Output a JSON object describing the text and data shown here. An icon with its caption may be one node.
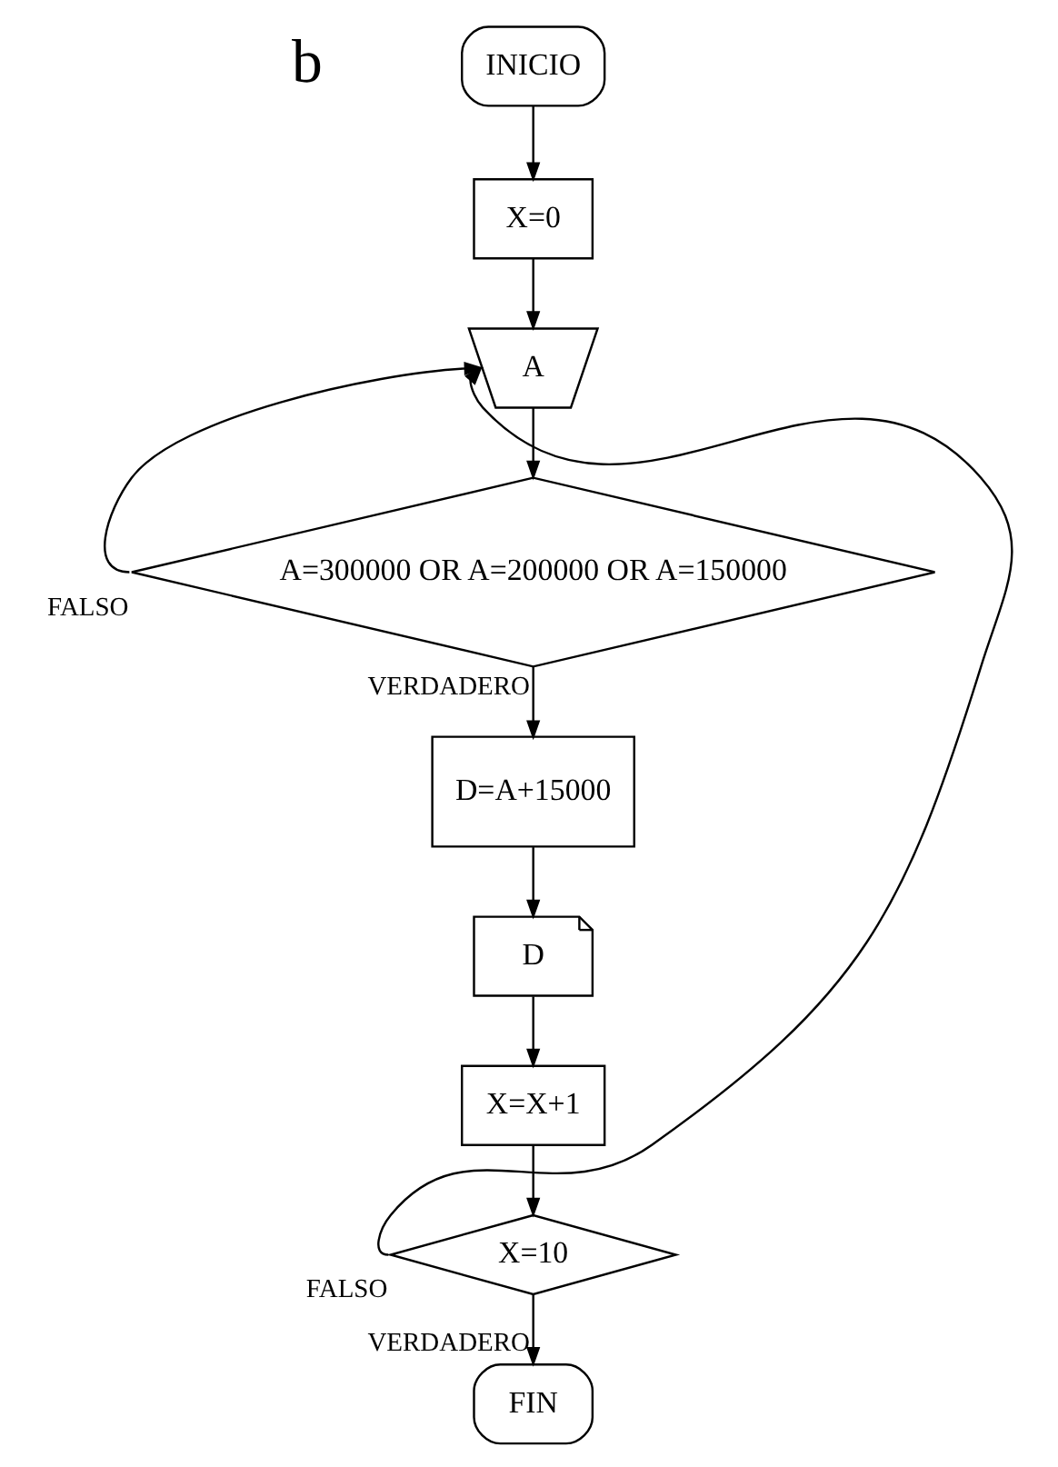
{
  "diagram": {
    "nodes": [
      {
        "text": [
          "INICIO"
        ]
      },
      {
        "text": [
          "X=0"
        ]
      },
      {
        "text": [
          "A"
        ]
      },
      {
        "text": [
          "A=300000 OR A=200000 OR A=150000"
        ]
      },
      {
        "text": [
          "D=A+15000"
        ]
      },
      {
        "text": [
          "D"
        ]
      },
      {
        "text": [
          "X=X+1"
        ]
      },
      {
        "text": [
          "X=10"
        ]
      },
      {
        "text": [
          "FIN"
        ]
      }
    ],
    "edges": [
      {
        "from": 0,
        "to": 1,
        "arrow": "to"
      },
      {
        "from": 1,
        "to": 2,
        "arrow": "to"
      },
      {
        "from": 2,
        "to": 3,
        "arrow": "to"
      },
      {
        "from": 3,
        "to": 2,
        "arrow": "to",
        "label": "FALSO"
      },
      {
        "from": 3,
        "to": 4,
        "arrow": "to",
        "label": "VERDADERO"
      },
      {
        "from": 4,
        "to": 5,
        "arrow": "to"
      },
      {
        "from": 5,
        "to": 6,
        "arrow": "to"
      },
      {
        "from": 6,
        "to": 7,
        "arrow": "to"
      },
      {
        "from": 7,
        "to": 2,
        "arrow": "to",
        "label": "FALSO"
      },
      {
        "from": 7,
        "to": 8,
        "arrow": "to",
        "label": "VERDADERO"
      }
    ],
    "labels": [
      "b"
    ]
  }
}
